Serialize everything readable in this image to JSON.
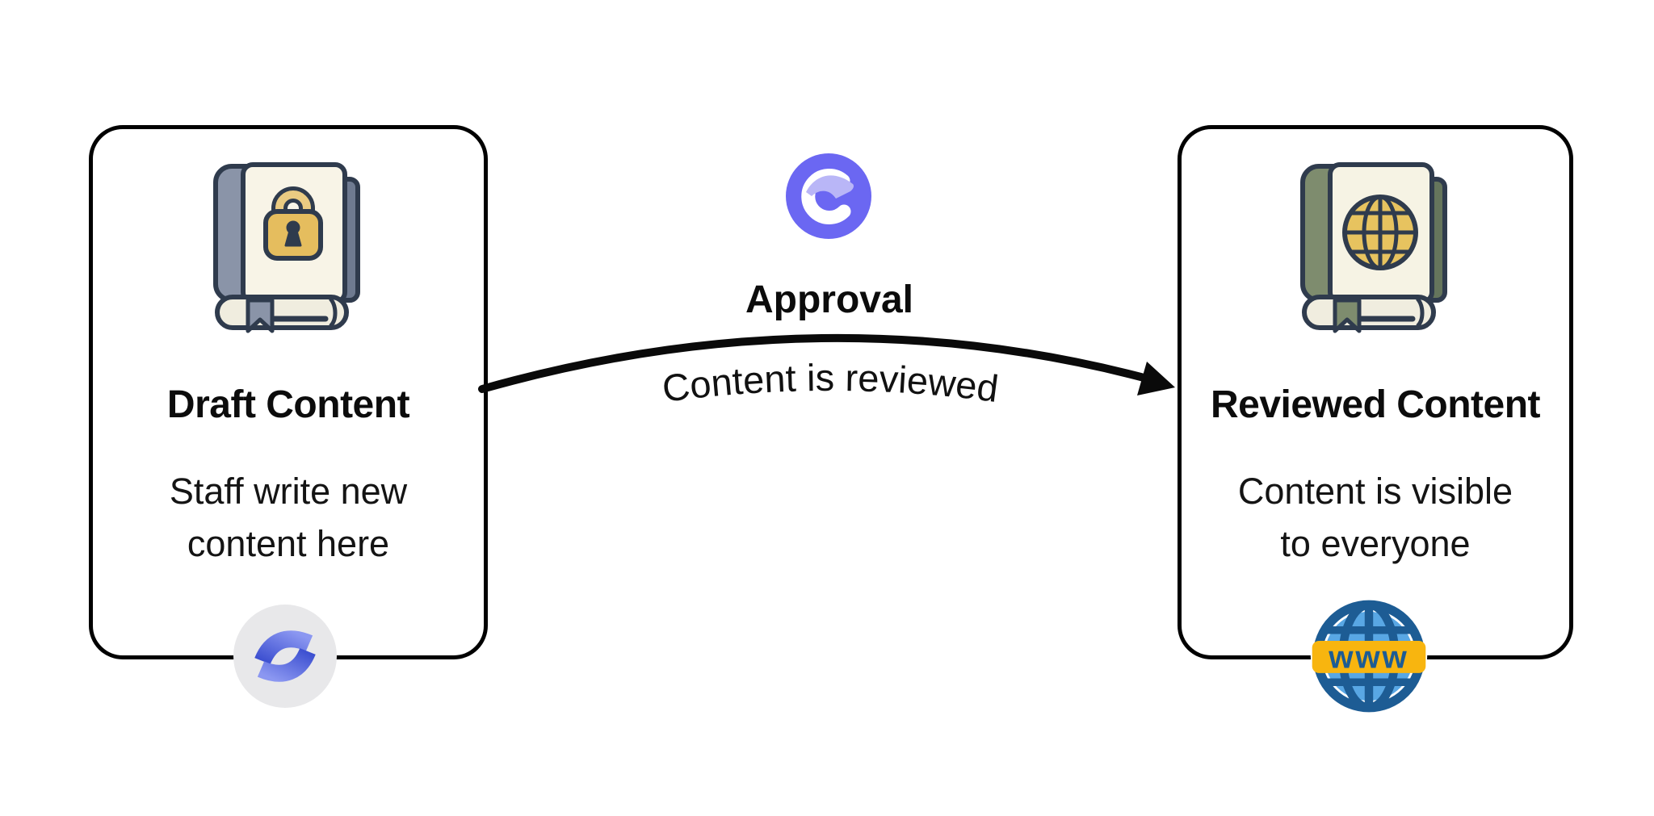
{
  "diagram": {
    "background": "#FFFFFF",
    "left_card": {
      "title": "Draft Content",
      "description": [
        "Staff write new",
        "content here"
      ],
      "icon": "locked-book-icon",
      "badge": "confluence-logo-icon"
    },
    "connector": {
      "step_title": "Approval",
      "arrow_label": "Content is reviewed",
      "icon": "approval-c-icon"
    },
    "right_card": {
      "title": "Reviewed Content",
      "description": [
        "Content is visible",
        "to everyone"
      ],
      "icon": "globe-book-icon",
      "badge": "www-globe-icon",
      "badge_text": "www"
    },
    "colors": {
      "card_border": "#000000",
      "arrow_black": "#0A0A0A",
      "approval_purple": "#6B67F2",
      "approval_purple_light": "#B9B6F7",
      "confluence_gradient_start": "#3C4FD0",
      "confluence_gradient_end": "#8B97F1",
      "confluence_badge_gray": "#E8E8EA",
      "book_outline": "#2F3B4D",
      "book_cover_cream": "#F8F4E7",
      "book_pages": "#F0EDDF",
      "left_book_spine": "#8A94A8",
      "left_book_back": "#6E7A90",
      "right_book_spine": "#7E8C6E",
      "right_book_back": "#65755C",
      "lock_gold": "#E5BD5E",
      "shackle_gold": "#EACB82",
      "globe_gold": "#E7C35F",
      "www_dark_blue": "#1D5C94",
      "www_light_blue": "#59A7E4",
      "www_yellow": "#F8B50F"
    }
  }
}
